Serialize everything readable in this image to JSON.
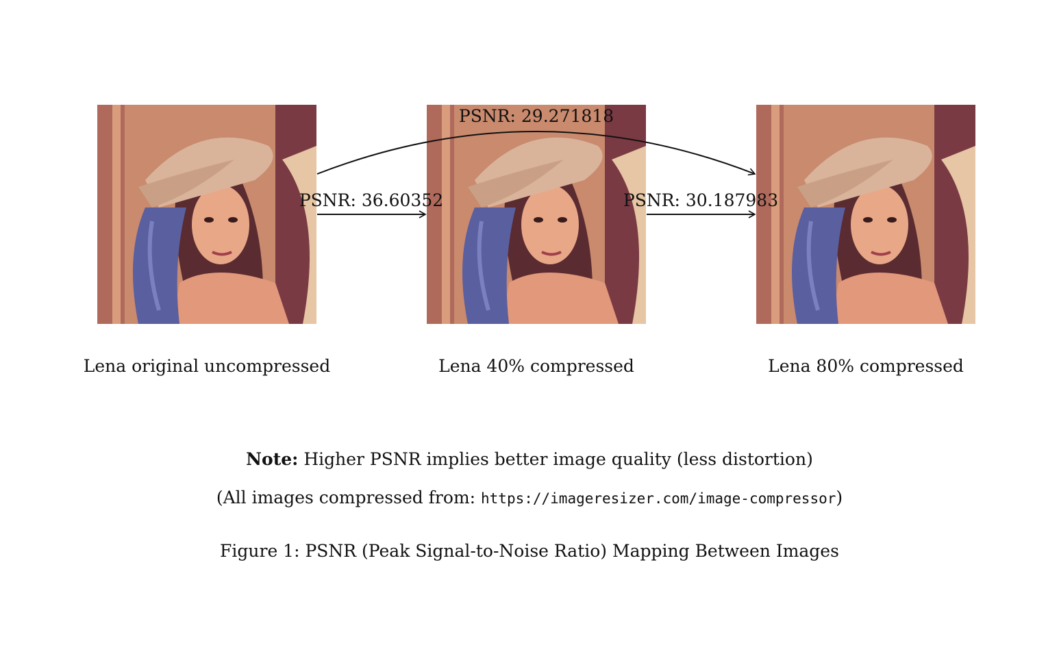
{
  "images": [
    {
      "caption": "Lena original uncompressed"
    },
    {
      "caption": "Lena 40% compressed"
    },
    {
      "caption": "Lena 80% compressed"
    }
  ],
  "psnr": {
    "orig_to_40": "PSNR: 36.60352",
    "40_to_80": "PSNR: 30.187983",
    "orig_to_80": "PSNR: 29.271818"
  },
  "note": {
    "bold": "Note:",
    "text": " Higher PSNR implies better image quality (less distortion)"
  },
  "source": {
    "prefix": "(All images compressed from: ",
    "url": "https://imageresizer.com/image-compressor",
    "suffix": ")"
  },
  "figure_caption": "Figure 1: PSNR (Peak Signal-to-Noise Ratio) Mapping Between Images",
  "colors": {
    "photo_background": "#c98a6e",
    "hat": "#d9b49a",
    "feather": "#5a5fa0",
    "skin": "#e8a888",
    "hair": "#5a2b30"
  }
}
